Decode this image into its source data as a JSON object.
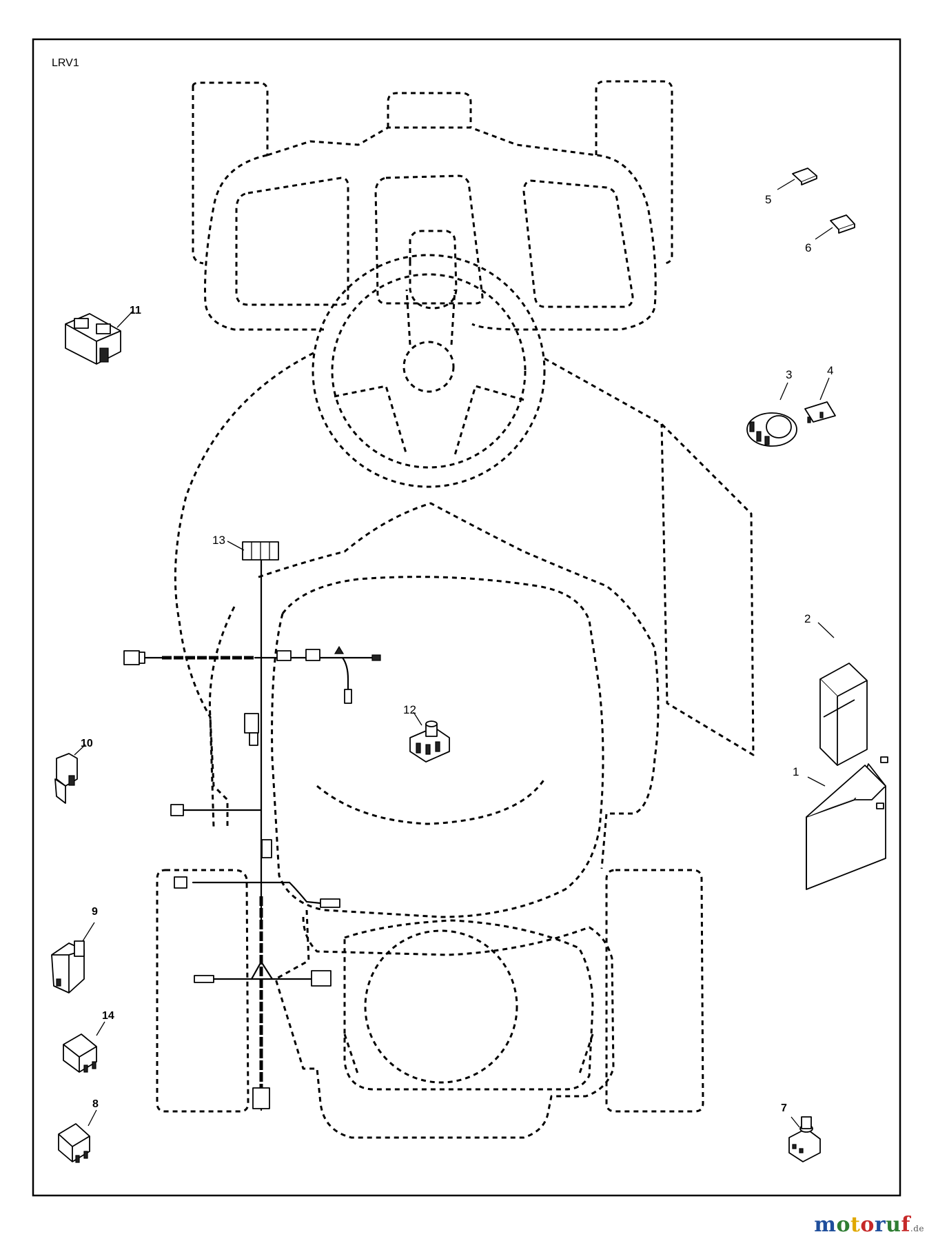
{
  "diagram": {
    "ref_code": "LRV1",
    "parts": [
      {
        "num": "1"
      },
      {
        "num": "2"
      },
      {
        "num": "3"
      },
      {
        "num": "4"
      },
      {
        "num": "5"
      },
      {
        "num": "6"
      },
      {
        "num": "7"
      },
      {
        "num": "8"
      },
      {
        "num": "9"
      },
      {
        "num": "10"
      },
      {
        "num": "11"
      },
      {
        "num": "12"
      },
      {
        "num": "13"
      },
      {
        "num": "14"
      }
    ]
  },
  "watermark": {
    "letters": [
      "m",
      "o",
      "t",
      "o",
      "r",
      "u",
      "f"
    ],
    "colors": [
      "#1f4e9c",
      "#2e7d32",
      "#e0a800",
      "#c62828",
      "#1f4e9c",
      "#2e7d32",
      "#c62828"
    ],
    "suffix": ".de"
  }
}
